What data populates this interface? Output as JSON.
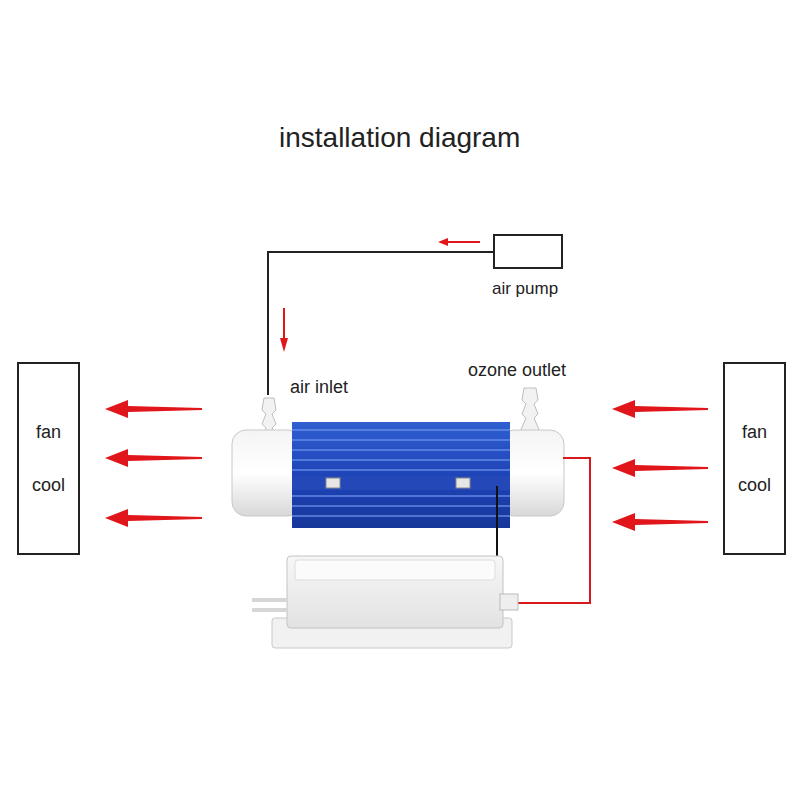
{
  "diagram": {
    "title": "installation diagram",
    "nodes": [
      {
        "text": [
          "air pump"
        ]
      },
      {
        "text": [
          "fan",
          "cool"
        ]
      },
      {
        "text": [
          "fan",
          "cool"
        ]
      }
    ],
    "labels": [
      "air inlet",
      "ozone outlet"
    ]
  }
}
